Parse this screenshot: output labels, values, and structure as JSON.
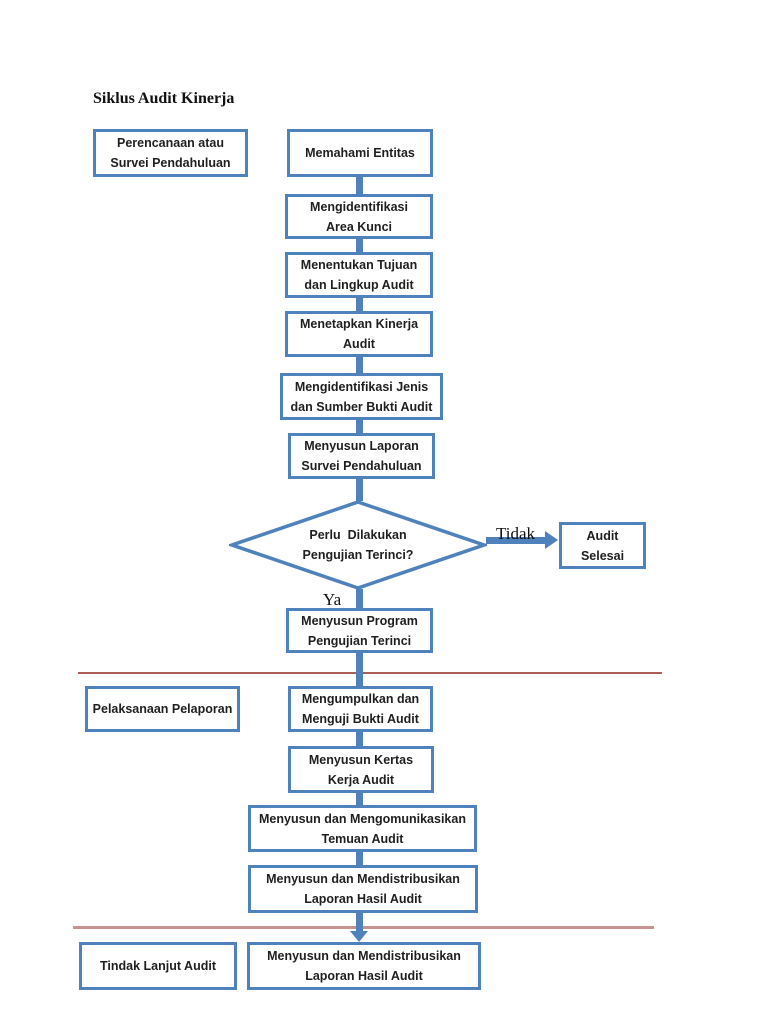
{
  "page": {
    "title": "Siklus Audit Kinerja"
  },
  "colors": {
    "accent_blue": "#4f81bd",
    "text_dark": "#1f1f1f",
    "divider_top": "#ab5f58",
    "divider_bottom": "#c79390"
  },
  "flow": {
    "decision": {
      "text": "Perlu  Dilakukan\nPengujian Terinci?"
    },
    "branch_yes": "Ya",
    "branch_no": "Tidak",
    "nodes": [
      {
        "id": "phase-perencanaan",
        "text": "Perencanaan atau\nSurvei Pendahuluan"
      },
      {
        "id": "memahami-entitas",
        "text": "Memahami Entitas"
      },
      {
        "id": "identifikasi-area-kunci",
        "text": "Mengidentifikasi\nArea Kunci"
      },
      {
        "id": "tujuan-lingkup",
        "text": "Menentukan Tujuan\ndan Lingkup Audit"
      },
      {
        "id": "menetapkan-kinerja",
        "text": "Menetapkan Kinerja\nAudit"
      },
      {
        "id": "jenis-sumber-bukti",
        "text": "Mengidentifikasi Jenis\ndan Sumber Bukti Audit"
      },
      {
        "id": "laporan-survei",
        "text": "Menyusun Laporan\nSurvei Pendahuluan"
      },
      {
        "id": "audit-selesai",
        "text": "Audit\nSelesai"
      },
      {
        "id": "program-pengujian",
        "text": "Menyusun Program\nPengujian Terinci"
      },
      {
        "id": "phase-pelaksanaan",
        "text": "Pelaksanaan Pelaporan"
      },
      {
        "id": "mengumpulkan-menguji",
        "text": "Mengumpulkan dan\nMenguji Bukti Audit"
      },
      {
        "id": "kertas-kerja",
        "text": "Menyusun Kertas\nKerja Audit"
      },
      {
        "id": "mengomunikasikan-temuan",
        "text": "Menyusun dan Mengomunikasikan\nTemuan Audit"
      },
      {
        "id": "mendistribusikan-laporan-1",
        "text": "Menyusun dan Mendistribusikan\nLaporan Hasil Audit"
      },
      {
        "id": "phase-tindak-lanjut",
        "text": "Tindak Lanjut Audit"
      },
      {
        "id": "mendistribusikan-laporan-2",
        "text": "Menyusun dan Mendistribusikan\nLaporan Hasil Audit"
      }
    ]
  }
}
